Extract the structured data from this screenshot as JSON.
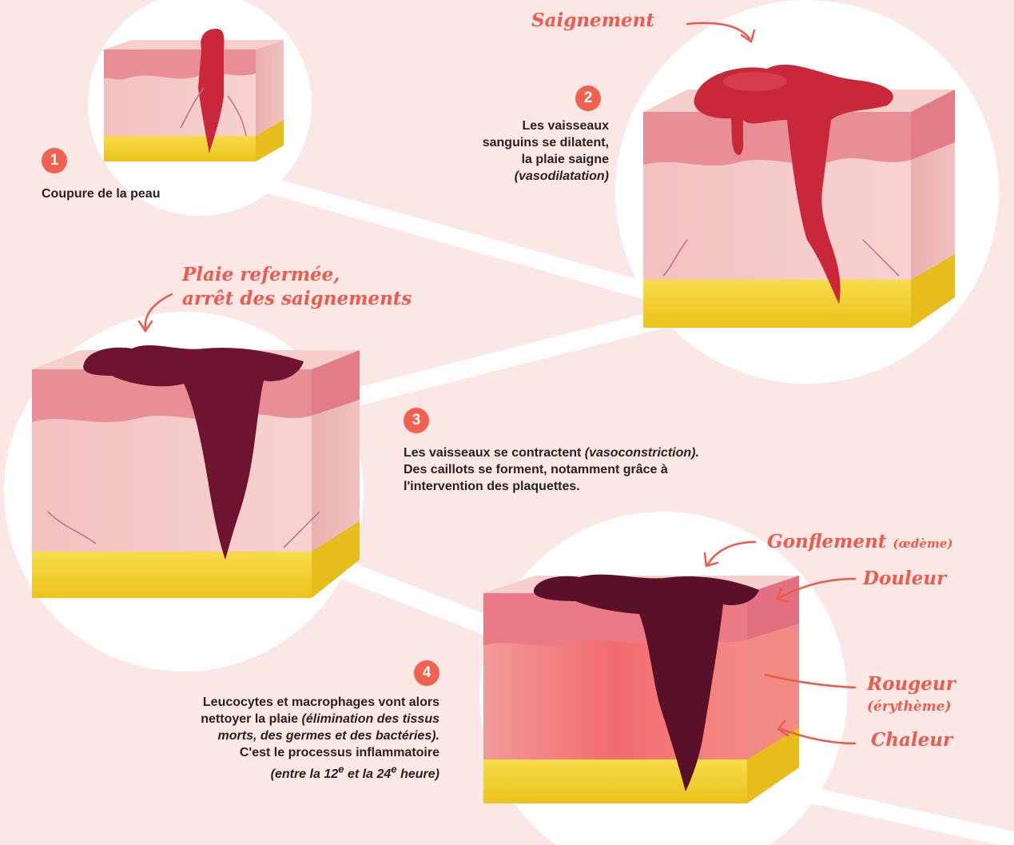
{
  "steps": [
    {
      "number": "1",
      "text": "Coupure de la peau"
    },
    {
      "number": "2",
      "text_lines": [
        "Les vaisseaux",
        "sanguins se dilatent,",
        "la plaie saigne"
      ],
      "italic": "(vasodilatation)"
    },
    {
      "number": "3",
      "line1_plain": "Les vaisseaux se contractent ",
      "line1_italic": "(vasoconstriction).",
      "line2": "Des caillots se forment, notamment grâce à",
      "line3": "l'intervention des plaquettes."
    },
    {
      "number": "4",
      "line1": "Leucocytes et macrophages vont alors",
      "line2_plain": "nettoyer la plaie ",
      "line2_italic": "(élimination des tissus",
      "line3_italic": "morts, des germes et des bactéries).",
      "line4": "C'est le processus inflammatoire",
      "line5_italic_a": "(entre la 12",
      "sup_a": "e",
      "line5_italic_b": " et la 24",
      "sup_b": "e",
      "line5_italic_c": " heure)"
    }
  ],
  "annotations": {
    "saignement": "Saignement",
    "plaie_line1": "Plaie refermée,",
    "plaie_line2": "arrêt des saignements",
    "gonflement": "Gonflement",
    "oedeme": "(œdème)",
    "douleur": "Douleur",
    "rougeur": "Rougeur",
    "erytheme": "(érythème)",
    "chaleur": "Chaleur"
  },
  "colors": {
    "background": "#fbe7e5",
    "accent": "#f0624f",
    "skin": "#f4c3c0",
    "epidermis": "#e98a93",
    "fat": "#f3cf2b",
    "blood": "#c8283a",
    "clot": "#6e1330"
  }
}
